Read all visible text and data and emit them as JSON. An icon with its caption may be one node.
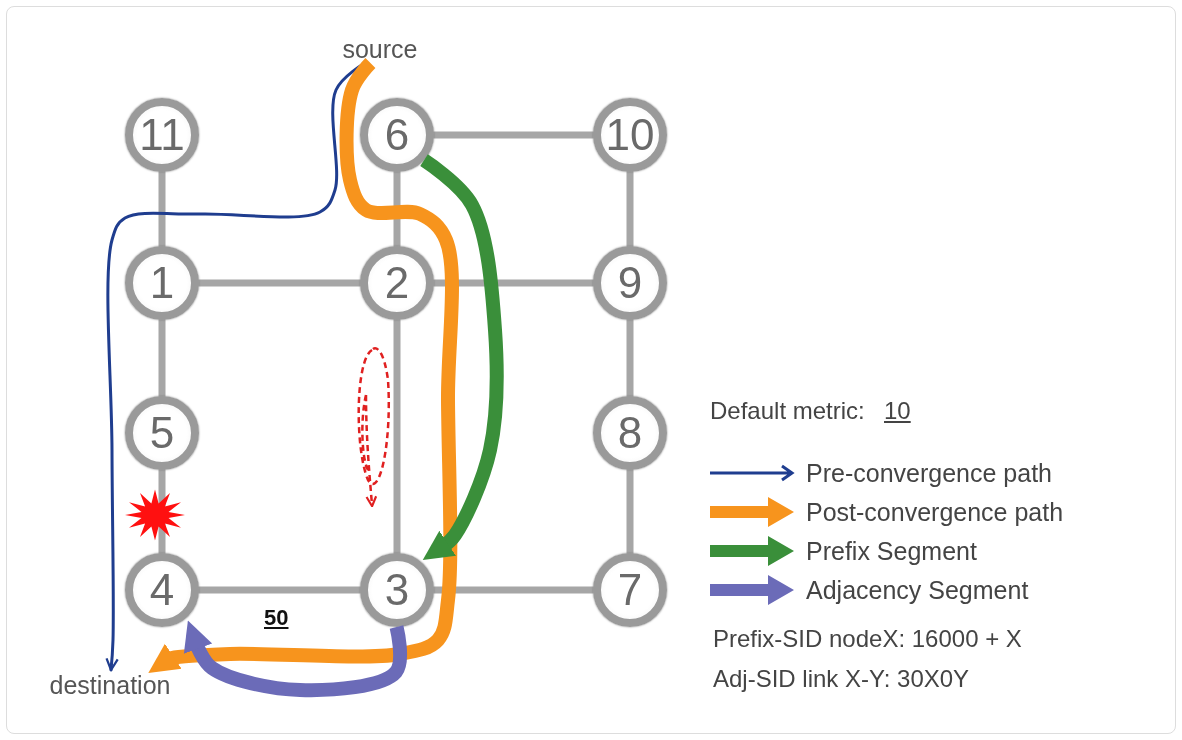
{
  "diagram": {
    "nodes": [
      {
        "text": [
          "11"
        ]
      },
      {
        "text": [
          "6"
        ]
      },
      {
        "text": [
          "10"
        ]
      },
      {
        "text": [
          "1"
        ]
      },
      {
        "text": [
          "2"
        ]
      },
      {
        "text": [
          "9"
        ]
      },
      {
        "text": [
          "5"
        ]
      },
      {
        "text": [
          "8"
        ]
      },
      {
        "text": [
          "4"
        ]
      },
      {
        "text": [
          "3"
        ]
      },
      {
        "text": [
          "7"
        ]
      },
      {
        "text": [
          "source"
        ]
      },
      {
        "text": [
          "destination"
        ]
      }
    ],
    "edges": [
      {
        "from": 0,
        "to": 3,
        "arrow": "none"
      },
      {
        "from": 1,
        "to": 2,
        "arrow": "none"
      },
      {
        "from": 1,
        "to": 4,
        "arrow": "none"
      },
      {
        "from": 3,
        "to": 4,
        "arrow": "none"
      },
      {
        "from": 4,
        "to": 5,
        "arrow": "none"
      },
      {
        "from": 2,
        "to": 5,
        "arrow": "none"
      },
      {
        "from": 3,
        "to": 6,
        "arrow": "none"
      },
      {
        "from": 6,
        "to": 8,
        "arrow": "none"
      },
      {
        "from": 4,
        "to": 9,
        "arrow": "none"
      },
      {
        "from": 5,
        "to": 7,
        "arrow": "none"
      },
      {
        "from": 7,
        "to": 10,
        "arrow": "none"
      },
      {
        "from": 8,
        "to": 9,
        "arrow": "none",
        "label": "50"
      },
      {
        "from": 9,
        "to": 10,
        "arrow": "none"
      },
      {
        "from": 11,
        "to": 12,
        "arrow": "to",
        "color": "#1f3d8f"
      },
      {
        "from": 11,
        "to": 12,
        "arrow": "to",
        "style": "thick",
        "color": "#f7941d"
      },
      {
        "from": 1,
        "to": 9,
        "arrow": "to",
        "style": "thick",
        "color": "#3a8f3a"
      },
      {
        "from": 9,
        "to": 8,
        "arrow": "to",
        "style": "thick",
        "color": "#6b6bb8"
      }
    ],
    "labels": [
      "Default metric:",
      "10",
      "Prefix-SID nodeX: 16000 + X",
      "Adj-SID link X-Y: 30X0Y"
    ],
    "legend": [
      {
        "text": "Pre-convergence path"
      },
      {
        "text": "Post-convergence path"
      },
      {
        "text": "Prefix Segment"
      },
      {
        "text": "Adjacency Segment"
      }
    ]
  }
}
